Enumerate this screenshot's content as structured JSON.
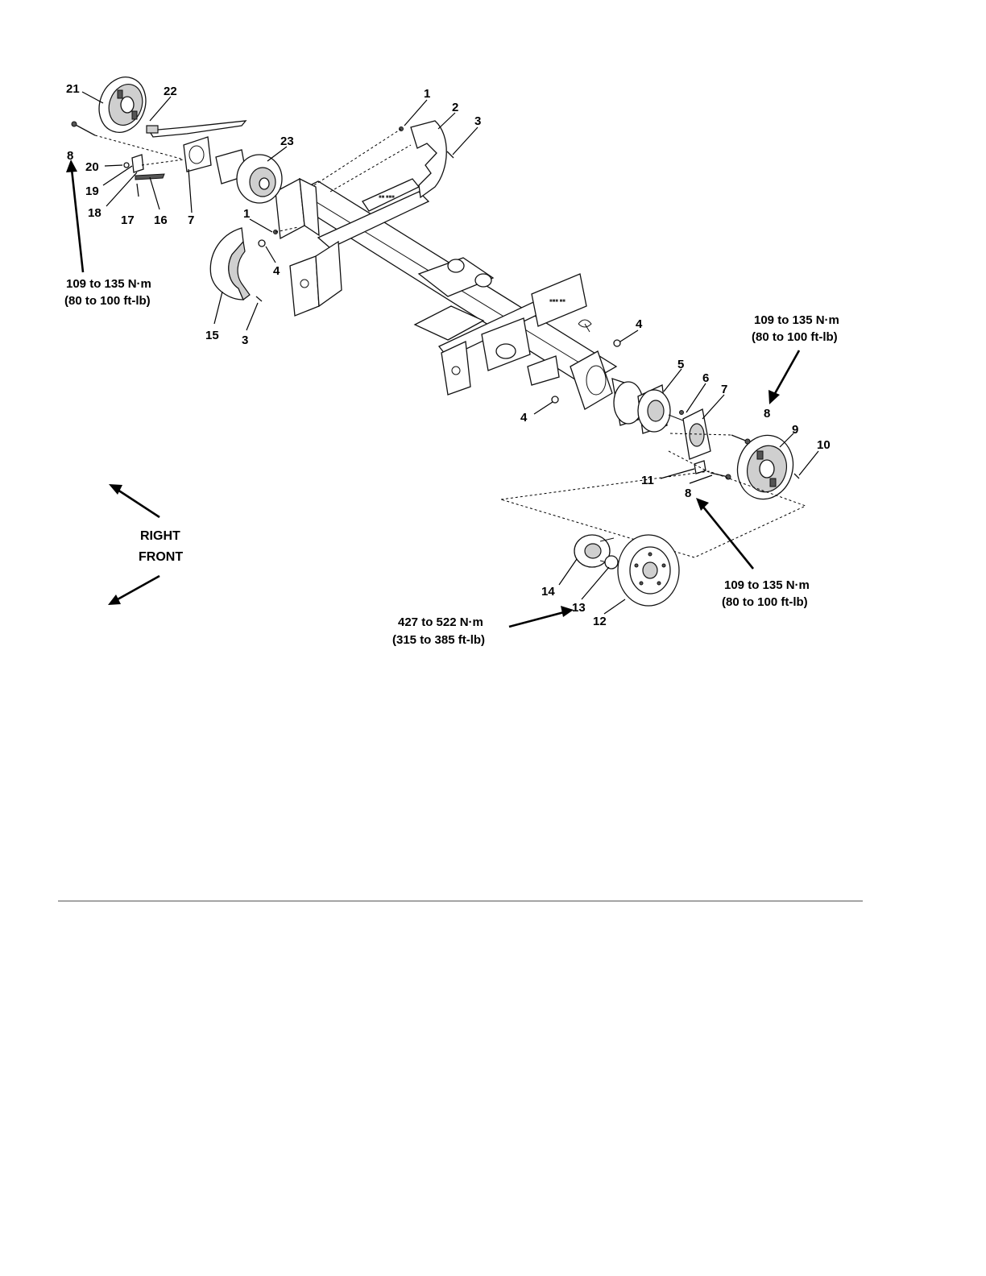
{
  "callouts": {
    "c1a": "1",
    "c2": "2",
    "c3a": "3",
    "c1b": "1",
    "c4a": "4",
    "c3b": "3",
    "c15": "15",
    "c21": "21",
    "c22": "22",
    "c8a": "8",
    "c20": "20",
    "c19": "19",
    "c18": "18",
    "c17": "17",
    "c16": "16",
    "c7a": "7",
    "c23": "23",
    "c4b": "4",
    "c4c": "4",
    "c5": "5",
    "c6": "6",
    "c7b": "7",
    "c8b": "8",
    "c9": "9",
    "c10": "10",
    "c11": "11",
    "c8c": "8",
    "c12": "12",
    "c13": "13",
    "c14": "14"
  },
  "torque_specs": {
    "left_top_metric": "109 to 135 N·m",
    "left_top_imperial": "(80 to 100 ft-lb)",
    "right_top_metric": "109 to 135 N·m",
    "right_top_imperial": "(80 to 100 ft-lb)",
    "right_bottom_metric": "109 to 135 N·m",
    "right_bottom_imperial": "(80 to 100 ft-lb)",
    "hub_metric": "427 to 522 N·m",
    "hub_imperial": "(315 to 385 ft-lb)"
  },
  "orientation": {
    "right": "RIGHT",
    "front": "FRONT"
  }
}
